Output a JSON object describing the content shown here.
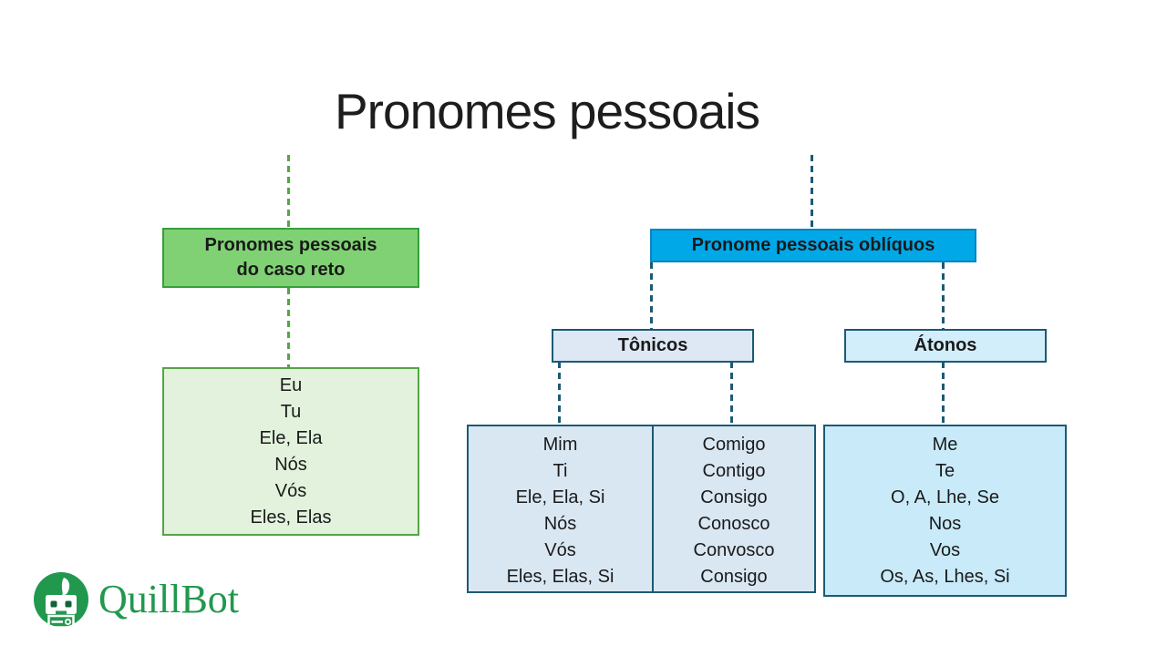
{
  "title": "Pronomes pessoais",
  "colors": {
    "title_text": "#1d1d1d",
    "green_header_fill": "#7fd173",
    "green_header_border": "#35a03a",
    "green_list_fill": "#e2f2dc",
    "green_list_border": "#55a546",
    "green_connector": "#55a546",
    "blue_header_fill": "#00a8e8",
    "blue_header_border": "#0c84c0",
    "blue_connector": "#1c5a74",
    "blue_box_border": "#1c5a74",
    "tonicos_fill": "#dde8f4",
    "atonos_fill": "#d3eefb",
    "tonicos_list_fill": "#d9e7f3",
    "atonos_list_fill": "#c8eaf9",
    "brand_green": "#21984e"
  },
  "caso_reto": {
    "header_lines": [
      "Pronomes pessoais",
      "do caso reto"
    ],
    "items": [
      "Eu",
      "Tu",
      "Ele, Ela",
      "Nós",
      "Vós",
      "Eles, Elas"
    ]
  },
  "obliquos": {
    "header": "Pronome pessoais oblíquos",
    "tonicos": {
      "label": "Tônicos",
      "column1": [
        "Mim",
        "Ti",
        "Ele, Ela, Si",
        "Nós",
        "Vós",
        "Eles, Elas, Si"
      ],
      "column2": [
        "Comigo",
        "Contigo",
        "Consigo",
        "Conosco",
        "Convosco",
        "Consigo"
      ]
    },
    "atonos": {
      "label": "Átonos",
      "items": [
        "Me",
        "Te",
        "O, A, Lhe, Se",
        "Nos",
        "Vos",
        "Os, As, Lhes, Si"
      ]
    }
  },
  "logo": {
    "brand": "QuillBot"
  }
}
